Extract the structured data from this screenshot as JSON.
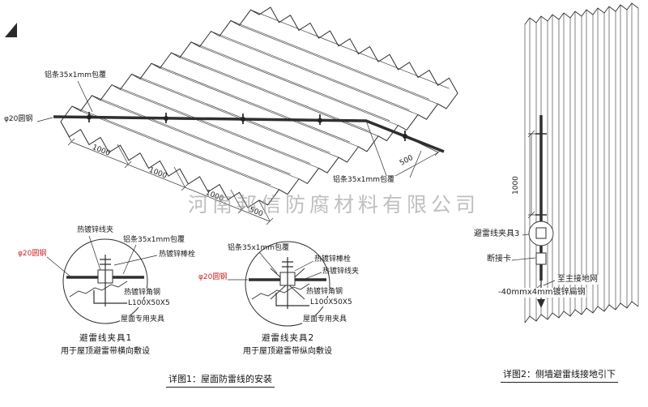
{
  "watermark": "河南邦信防腐材料有限公司",
  "colors": {
    "line": "#2f2f2f",
    "red": "#cc2020",
    "watermark_gray": "#999999"
  },
  "main": {
    "al_strip_top": "铝条35x1mm包覆",
    "round_steel": "φ20圆钢",
    "al_strip_bottom": "铝条35x1mm包覆",
    "dim_1000a": "1000",
    "dim_1000b": "1000",
    "dim_1000c": "1000",
    "dim_500a": "500",
    "dim_500b": "500"
  },
  "detail1": {
    "wire_clamp": "热镀锌线夹",
    "al_strip": "铝条35x1mm包覆",
    "bolt": "热镀锌棒栓",
    "round_steel": "φ20圆钢",
    "angle_steel": "热镀锌角钢",
    "angle_spec": "L100X50X5",
    "roof_clamp": "屋面专用夹具",
    "title": "避雷线夹具1",
    "subtitle": "用于屋顶避雷带横向敷设"
  },
  "detail2": {
    "al_strip": "铝条35x1mm包覆",
    "bolt": "热镀锌棒栓",
    "wire_clamp": "热镀锌线夹",
    "round_steel": "φ20圆钢",
    "angle_steel": "热镀锌角钢",
    "angle_spec": "L100X50X5",
    "roof_clamp": "屋面专用夹具",
    "title": "避雷线夹具2",
    "subtitle": "用于屋顶避雷带纵向敷设"
  },
  "wall": {
    "clamp3": "避雷线夹具3",
    "disconnect_card": "断接卡",
    "to_ground": "至主接地网",
    "flat_steel": "-40mmx4mm镀锌扁钢",
    "dim_1000": "1000"
  },
  "captions": {
    "fig1": "详图1：屋面防雷线的安装",
    "fig2": "详图2：侧墙避雷线接地引下"
  }
}
